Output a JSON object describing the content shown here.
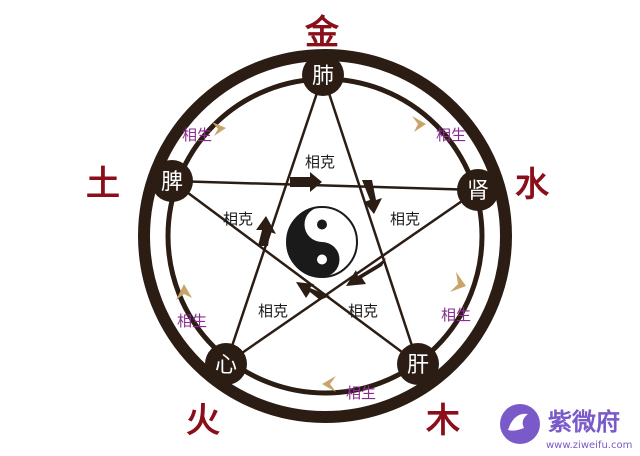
{
  "elements": {
    "metal": "金",
    "water": "水",
    "wood": "木",
    "fire": "火",
    "earth": "土"
  },
  "organs": {
    "lung": "肺",
    "kidney": "肾",
    "liver": "肝",
    "heart": "心",
    "spleen": "脾"
  },
  "ke_label": "相克",
  "sheng_label": "相生",
  "watermark": {
    "name": "紫微府",
    "url": "www.ziweifu.com"
  },
  "colors": {
    "ring": "#2b1d14",
    "element_text": "#8b0f1a",
    "organ_text": "#ffffff",
    "sheng_text": "#8a2c8f",
    "sheng_arrow": "#c8a46a",
    "ke_text": "#1a1a1a",
    "watermark": "#7a5ac8"
  }
}
